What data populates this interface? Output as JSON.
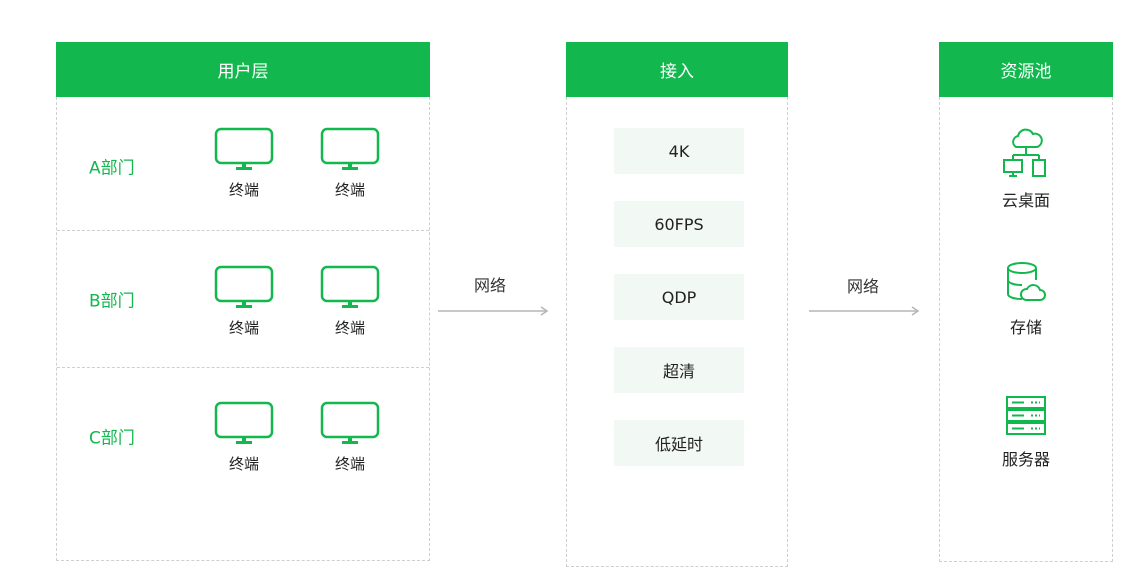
{
  "users": {
    "title": "用户层",
    "departments": [
      {
        "label": "A部门",
        "terminals": [
          "终端",
          "终端"
        ]
      },
      {
        "label": "B部门",
        "terminals": [
          "终端",
          "终端"
        ]
      },
      {
        "label": "C部门",
        "terminals": [
          "终端",
          "终端"
        ]
      }
    ]
  },
  "arrows": [
    {
      "label": "网络"
    },
    {
      "label": "网络"
    }
  ],
  "access": {
    "title": "接入",
    "features": [
      "4K",
      "60FPS",
      "QDP",
      "超清",
      "低延时"
    ]
  },
  "resources": {
    "title": "资源池",
    "items": [
      {
        "label": "云桌面",
        "icon": "cloud-desktop-icon"
      },
      {
        "label": "存储",
        "icon": "storage-icon"
      },
      {
        "label": "服务器",
        "icon": "server-icon"
      }
    ]
  },
  "colors": {
    "accent": "#12b84e",
    "feature_bg": "#f2f8f4",
    "arrow": "#b5b5b5"
  }
}
